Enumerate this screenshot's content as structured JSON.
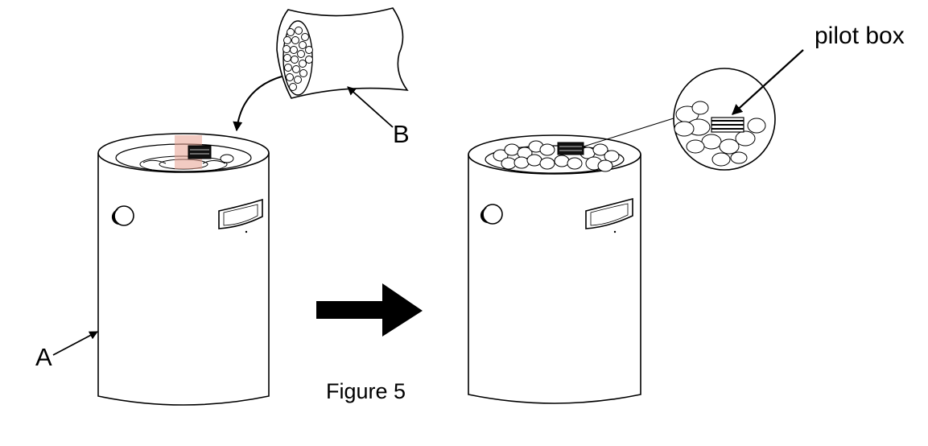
{
  "labels": {
    "part_a": "A",
    "part_b": "B",
    "pilot_box": "pilot box"
  },
  "caption": "Figure 5",
  "colors": {
    "line": "#000000",
    "fill": "#ffffff",
    "pilot_glow": "#e8a090"
  }
}
